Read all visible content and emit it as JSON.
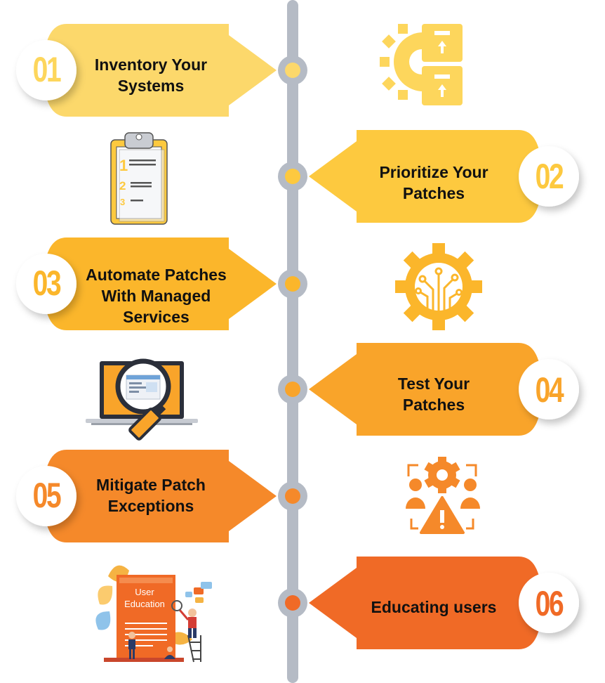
{
  "steps": [
    {
      "number": "01",
      "label": "Inventory Your\nSystems",
      "color": "#FCD86B",
      "number_color": "#FDD65C",
      "side": "left",
      "icon": "gear-boxes-icon"
    },
    {
      "number": "02",
      "label": "Prioritize Your\nPatches",
      "color": "#FDC93F",
      "number_color": "#FDC93F",
      "side": "right",
      "icon": "clipboard-list-icon"
    },
    {
      "number": "03",
      "label": "Automate Patches\nWith Managed\nServices",
      "color": "#FBB62B",
      "number_color": "#FBB62B",
      "side": "left",
      "icon": "gear-circuit-icon"
    },
    {
      "number": "04",
      "label": "Test Your\nPatches",
      "color": "#F9A42A",
      "number_color": "#F9A42A",
      "side": "right",
      "icon": "laptop-magnifier-icon"
    },
    {
      "number": "05",
      "label": "Mitigate Patch\nExceptions",
      "color": "#F5892A",
      "number_color": "#F5892A",
      "side": "left",
      "icon": "people-gear-warning-icon"
    },
    {
      "number": "06",
      "label": "Educating users",
      "color": "#F06A26",
      "number_color": "#F06A26",
      "side": "right",
      "icon": "user-education-icon"
    }
  ],
  "timeline_color": "#B5BBC5",
  "education_text": "User\nEducation"
}
